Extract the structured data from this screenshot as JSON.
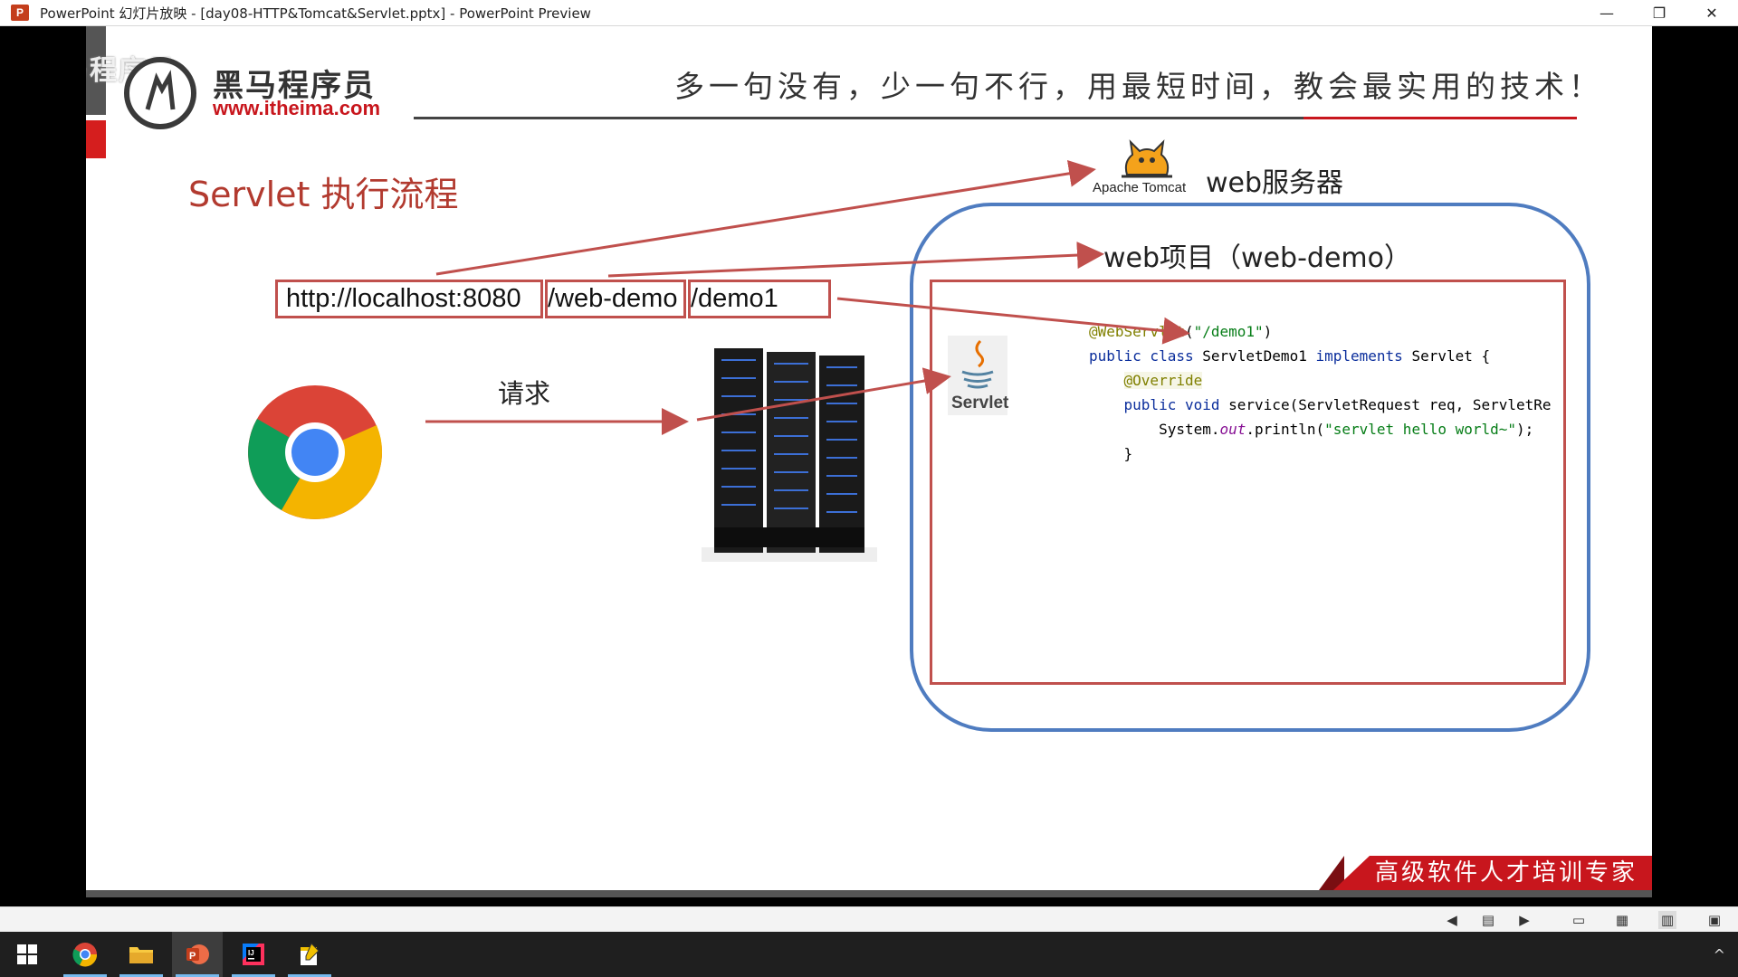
{
  "window": {
    "title": "PowerPoint 幻灯片放映 - [day08-HTTP&Tomcat&Servlet.pptx] - PowerPoint Preview",
    "app_icon_label": "P",
    "minimize": "—",
    "restore": "❐",
    "close": "✕"
  },
  "slide": {
    "watermark": "黑马程序员",
    "logo_cn": "黑马程序员",
    "logo_url": "www.itheima.com",
    "slogan": "多一句没有，少一句不行，用最短时间，教会最实用的技术！",
    "title": "Servlet 执行流程",
    "tomcat_caption": "Apache Tomcat",
    "server_label": "web服务器",
    "project_label": "web项目（web-demo）",
    "request_label": "请求",
    "url_parts": [
      "http://localhost:8080",
      "/web-demo",
      "/demo1"
    ],
    "servlet_logo_text": "Servlet",
    "code": {
      "annotation": "@WebServlet",
      "annotation_arg": "\"/demo1\"",
      "class_kw": "public class",
      "class_name": "ServletDemo1",
      "implements_kw": "implements",
      "interface_name": "Servlet {",
      "override": "@Override",
      "method_kw": "public void",
      "method_sig": "service(ServletRequest req, ServletRe",
      "sysout_prefix": "System.",
      "sysout_out": "out",
      "sysout_call": ".println(",
      "sysout_string": "\"servlet hello world~\"",
      "sysout_end": ");",
      "close_brace": "}"
    },
    "banner": "高级软件人才培训专家"
  },
  "statusbar": {
    "prev": "◀",
    "notes": "▤",
    "next": "▶",
    "normal_view": "▭",
    "sorter_view": "▦",
    "reading_view": "▥",
    "slideshow_view": "▣"
  },
  "taskbar": {
    "start": "start-menu",
    "items": [
      "chrome",
      "file-explorer",
      "powerpoint",
      "intellij-idea",
      "notepad-tool"
    ],
    "tray": "^"
  },
  "colors": {
    "accent_red": "#c8161d",
    "title_red": "#b23a2f",
    "box_red": "#c0504d",
    "box_blue": "#4f7cc0"
  }
}
